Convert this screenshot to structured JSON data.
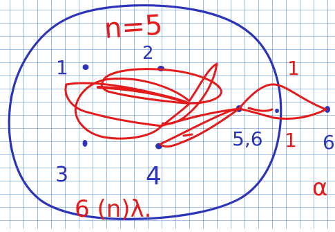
{
  "colors": {
    "paper": "#ffffff",
    "grid": "#4a86d6",
    "blue_ink": "#2c34b8",
    "red_ink": "#e41b1b"
  },
  "labels": {
    "title": "n=5",
    "vertex_1": "1",
    "vertex_2": "2",
    "vertex_3": "3",
    "vertex_4": "4",
    "vertex_5_6": "5,6",
    "outside_top": "1",
    "outside_mid": "1",
    "vertex_6": "6",
    "bottom": "6 (n)λ.",
    "edge_fragment": "α"
  }
}
